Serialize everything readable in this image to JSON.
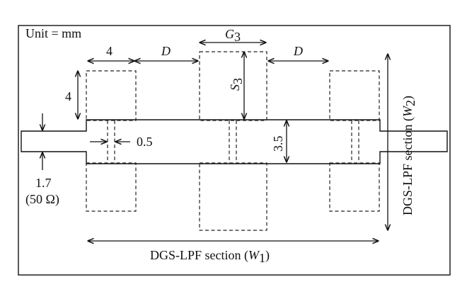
{
  "unit_label": "Unit = mm",
  "dims": {
    "dgs_height": "4",
    "dgs_width": "4",
    "gap_d_left": "D",
    "gap_d_right": "D",
    "center_width_sym": "G",
    "center_width_sub": "3",
    "center_height_sym": "S",
    "center_height_sub": "3",
    "slot_gap": "0.5",
    "line_width": "3.5",
    "feed_width": "1.7",
    "feed_impedance": "(50 Ω)"
  },
  "sections": {
    "w1_text": "DGS-LPF section (",
    "w1_sym": "W",
    "w1_sub": "1",
    "w2_text": "DGS-LPF section (",
    "w2_sym": "W",
    "w2_sub": "2",
    "close_paren": ")"
  }
}
